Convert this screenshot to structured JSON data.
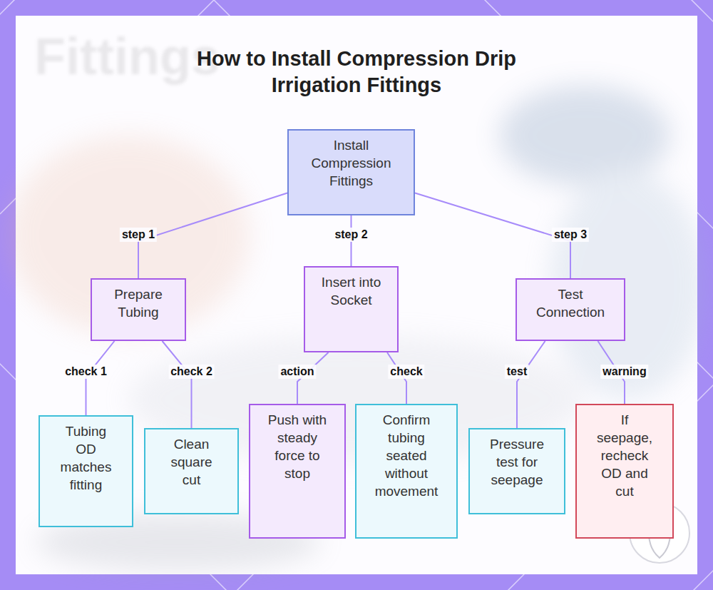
{
  "diagram": {
    "title": "How to Install Compression Drip Irrigation Fittings",
    "nodes": [
      {
        "text": [
          "Install Compression Fittings"
        ]
      },
      {
        "text": [
          "Prepare Tubing"
        ]
      },
      {
        "text": [
          "Insert into Socket"
        ]
      },
      {
        "text": [
          "Test Connection"
        ]
      },
      {
        "text": [
          "Tubing OD matches fitting"
        ]
      },
      {
        "text": [
          "Clean square cut"
        ]
      },
      {
        "text": [
          "Push with steady force to stop"
        ]
      },
      {
        "text": [
          "Confirm tubing seated without movement"
        ]
      },
      {
        "text": [
          "Pressure test for seepage"
        ]
      },
      {
        "text": [
          "If seepage, recheck OD and cut"
        ]
      }
    ],
    "edges": [
      {
        "from": 0,
        "to": 1,
        "label": "step 1",
        "arrow": "none"
      },
      {
        "from": 0,
        "to": 2,
        "label": "step 2",
        "arrow": "none"
      },
      {
        "from": 0,
        "to": 3,
        "label": "step 3",
        "arrow": "none"
      },
      {
        "from": 1,
        "to": 4,
        "label": "check 1",
        "arrow": "none"
      },
      {
        "from": 1,
        "to": 5,
        "label": "check 2",
        "arrow": "none"
      },
      {
        "from": 2,
        "to": 6,
        "label": "action",
        "arrow": "none"
      },
      {
        "from": 2,
        "to": 7,
        "label": "check",
        "arrow": "none"
      },
      {
        "from": 3,
        "to": 8,
        "label": "test",
        "arrow": "none"
      },
      {
        "from": 3,
        "to": 9,
        "label": "warning",
        "arrow": "none"
      }
    ],
    "labels": [
      "Fittings"
    ]
  }
}
